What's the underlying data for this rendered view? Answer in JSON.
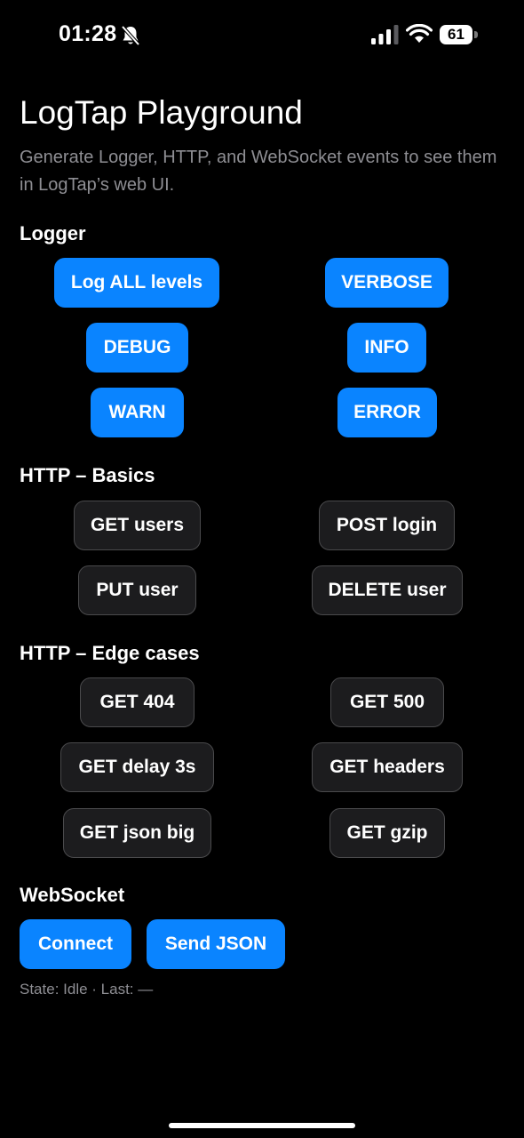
{
  "status_bar": {
    "time": "01:28",
    "battery": "61"
  },
  "header": {
    "title": "LogTap Playground",
    "subtitle": "Generate Logger, HTTP, and WebSocket events to see them in LogTap’s web UI."
  },
  "logger": {
    "heading": "Logger",
    "buttons": [
      "Log ALL levels",
      "VERBOSE",
      "DEBUG",
      "INFO",
      "WARN",
      "ERROR"
    ]
  },
  "http_basics": {
    "heading": "HTTP – Basics",
    "buttons": [
      "GET users",
      "POST login",
      "PUT user",
      "DELETE user"
    ]
  },
  "http_edge": {
    "heading": "HTTP – Edge cases",
    "buttons": [
      "GET 404",
      "GET 500",
      "GET delay 3s",
      "GET headers",
      "GET json big",
      "GET gzip"
    ]
  },
  "websocket": {
    "heading": "WebSocket",
    "buttons": [
      "Connect",
      "Send JSON"
    ],
    "state_text": "State: Idle  ·  Last: —"
  },
  "colors": {
    "accent": "#0a84ff",
    "secondary_button": "#1c1c1e",
    "background": "#000000"
  }
}
